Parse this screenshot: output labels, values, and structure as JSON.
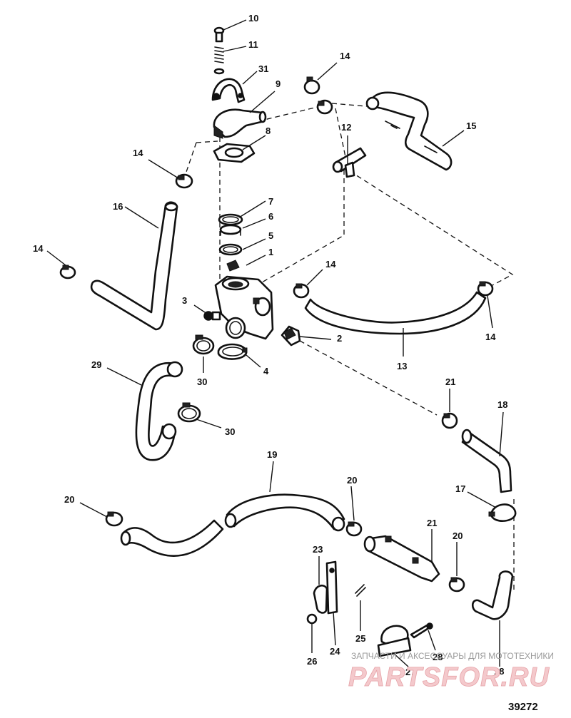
{
  "callouts": {
    "c10": "10",
    "c11": "11",
    "c31": "31",
    "c9": "9",
    "c14a": "14",
    "c12": "12",
    "c15": "15",
    "c8": "8",
    "c14b": "14",
    "c16": "16",
    "c7": "7",
    "c6": "6",
    "c5": "5",
    "c1": "1",
    "c14c": "14",
    "c14d": "14",
    "c14e": "14",
    "c3": "3",
    "c2": "2",
    "c13": "13",
    "c4": "4",
    "c29": "29",
    "c30a": "30",
    "c30b": "30",
    "c21a": "21",
    "c18a": "18",
    "c19": "19",
    "c20a": "20",
    "c20b": "20",
    "c17": "17",
    "c23": "23",
    "c21b": "21",
    "c20c": "20",
    "c25": "25",
    "c24": "24",
    "c26": "26",
    "c28": "28",
    "c27": "27",
    "c18b": "18"
  },
  "drawing_number": "39272",
  "watermark": {
    "caption": "ЗАПЧАСТИ И АКСЕССУАРЫ ДЛЯ МОТОТЕХНИКИ",
    "brand": "PARTSFOR.RU"
  },
  "colors": {
    "ink": "#111111",
    "watermark": "#f4c9cc"
  }
}
